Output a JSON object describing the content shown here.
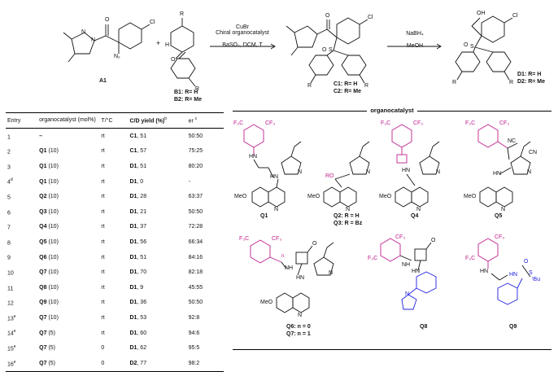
{
  "scheme": {
    "reactant_a": "A1",
    "reactant_b1": "B1: R= H",
    "reactant_b2": "B2: R= Me",
    "plus": "+",
    "step1_line1": "CuBr",
    "step1_line2": "Chiral organocatalyst",
    "step1_line3": "BaSO₄, DCM, T",
    "product_c1": "C1: R= H",
    "product_c2": "C2: R= Me",
    "step2_line1": "NaBH₄",
    "step2_line2": "MeOH",
    "product_d1": "D1: R= H",
    "product_d2": "D2: R= Me",
    "atoms": {
      "cl": "Cl",
      "n2": "N₂",
      "n": "N",
      "o": "O",
      "s": "S",
      "r": "R",
      "oh": "OH",
      "h": "H"
    }
  },
  "table": {
    "headers": [
      "Entry",
      "organocatalyst (mol%)",
      "T/°C",
      "C/D yield (%)",
      "er"
    ],
    "header_sup_yield": "b",
    "header_sup_er": "c",
    "rows": [
      {
        "entry": "1",
        "sup": "",
        "cat": "–",
        "mol": "",
        "t": "rt",
        "prod": "C1",
        "yield": "51",
        "er": "50:50"
      },
      {
        "entry": "2",
        "sup": "",
        "cat": "Q1",
        "mol": "(10)",
        "t": "rt",
        "prod": "C1",
        "yield": "57",
        "er": "75:25"
      },
      {
        "entry": "3",
        "sup": "",
        "cat": "Q1",
        "mol": "(10)",
        "t": "rt",
        "prod": "D1",
        "yield": "51",
        "er": "80:20"
      },
      {
        "entry": "4",
        "sup": "d",
        "cat": "Q1",
        "mol": "(10)",
        "t": "rt",
        "prod": "D1",
        "yield": "0",
        "er": "-"
      },
      {
        "entry": "5",
        "sup": "",
        "cat": "Q2",
        "mol": "(10)",
        "t": "rt",
        "prod": "D1",
        "yield": "28",
        "er": "63:37"
      },
      {
        "entry": "6",
        "sup": "",
        "cat": "Q3",
        "mol": "(10)",
        "t": "rt",
        "prod": "D1",
        "yield": "21",
        "er": "50:50"
      },
      {
        "entry": "7",
        "sup": "",
        "cat": "Q4",
        "mol": "(10)",
        "t": "rt",
        "prod": "D1",
        "yield": "37",
        "er": "72:28"
      },
      {
        "entry": "8",
        "sup": "",
        "cat": "Q5",
        "mol": "(10)",
        "t": "rt",
        "prod": "D1",
        "yield": "56",
        "er": "66:34"
      },
      {
        "entry": "9",
        "sup": "",
        "cat": "Q6",
        "mol": "(10)",
        "t": "rt",
        "prod": "D1",
        "yield": "51",
        "er": "84:16"
      },
      {
        "entry": "10",
        "sup": "",
        "cat": "Q7",
        "mol": "(10)",
        "t": "rt",
        "prod": "D1",
        "yield": "70",
        "er": "82:18"
      },
      {
        "entry": "11",
        "sup": "",
        "cat": "Q8",
        "mol": "(10)",
        "t": "rt",
        "prod": "D1",
        "yield": "9",
        "er": "45:55"
      },
      {
        "entry": "12",
        "sup": "",
        "cat": "Q9",
        "mol": "(10)",
        "t": "rt",
        "prod": "D1",
        "yield": "36",
        "er": "50:50"
      },
      {
        "entry": "13",
        "sup": "e",
        "cat": "Q7",
        "mol": "(10)",
        "t": "rt",
        "prod": "D1",
        "yield": "53",
        "er": "92:8"
      },
      {
        "entry": "14",
        "sup": "e",
        "cat": "Q7",
        "mol": "(5)",
        "t": "rt",
        "prod": "D1",
        "yield": "60",
        "er": "94:6"
      },
      {
        "entry": "15",
        "sup": "e",
        "cat": "Q7",
        "mol": "(5)",
        "t": "0",
        "prod": "D1",
        "yield": "62",
        "er": "95:5"
      },
      {
        "entry": "16",
        "sup": "e",
        "cat": "Q7",
        "mol": "(5)",
        "t": "0",
        "prod": "D2",
        "yield": "77",
        "er": "98:2"
      }
    ]
  },
  "catalysts": {
    "heading": "organocatalyst",
    "q1": "Q1",
    "q2": "Q2: R = H",
    "q3": "Q3: R = Bz",
    "q4": "Q4",
    "q5": "Q5",
    "q6": "Q6: n = 0",
    "q7": "Q7: n = 1",
    "q8": "Q8",
    "q9": "Q9",
    "cf3": "CF₃",
    "f3c": "F₃C",
    "meo": "MeO",
    "hn": "HN",
    "nh": "NH",
    "ro": "RO",
    "nc": "NC",
    "cn": "CN",
    "tbu": "ᵗBu",
    "n_sub": "n",
    "colors": {
      "aryl": "#c0208f",
      "diamine": "#2020e0",
      "ink": "#111111"
    }
  }
}
